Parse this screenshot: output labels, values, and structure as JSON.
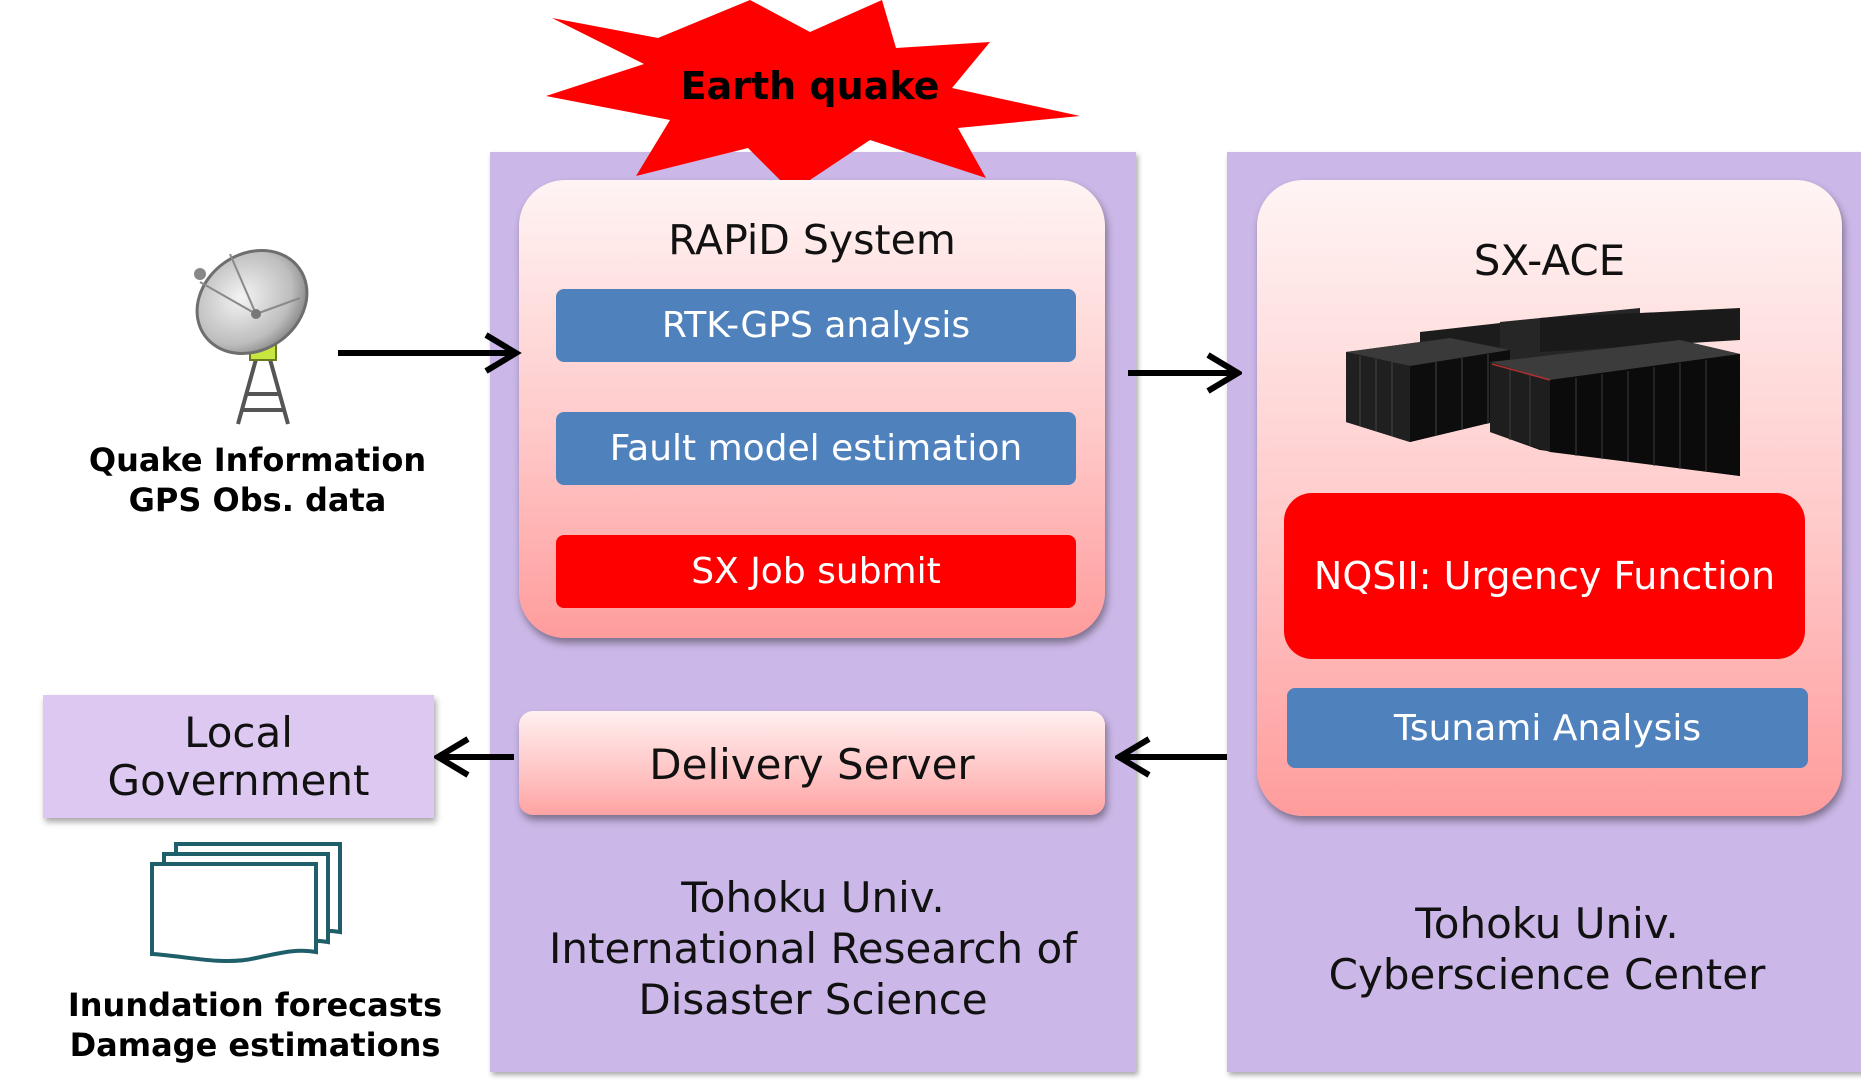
{
  "burst": {
    "label": "Earth quake",
    "fill": "#ff0000"
  },
  "sensor": {
    "line1": "Quake Information",
    "line2": "GPS Obs. data"
  },
  "irides": {
    "system_title": "RAPiD System",
    "steps": [
      "RTK-GPS analysis",
      "Fault model estimation",
      "SX Job submit"
    ],
    "delivery": "Delivery Server",
    "org": [
      "Tohoku Univ.",
      "International Research of",
      "Disaster Science"
    ]
  },
  "cyber": {
    "system_title": "SX-ACE",
    "urgency": "NQSII: Urgency Function",
    "analysis": "Tsunami Analysis",
    "org": [
      "Tohoku Univ.",
      "Cyberscience Center"
    ]
  },
  "local_gov": {
    "line1": "Local",
    "line2": "Government"
  },
  "outputs": {
    "line1": "Inundation forecasts",
    "line2": "Damage estimations"
  },
  "colors": {
    "panel": "#ccb8e8",
    "blue_bar": "#4f81bd",
    "red_bar": "#ff0000",
    "doc_stroke": "#1f5f6a"
  }
}
